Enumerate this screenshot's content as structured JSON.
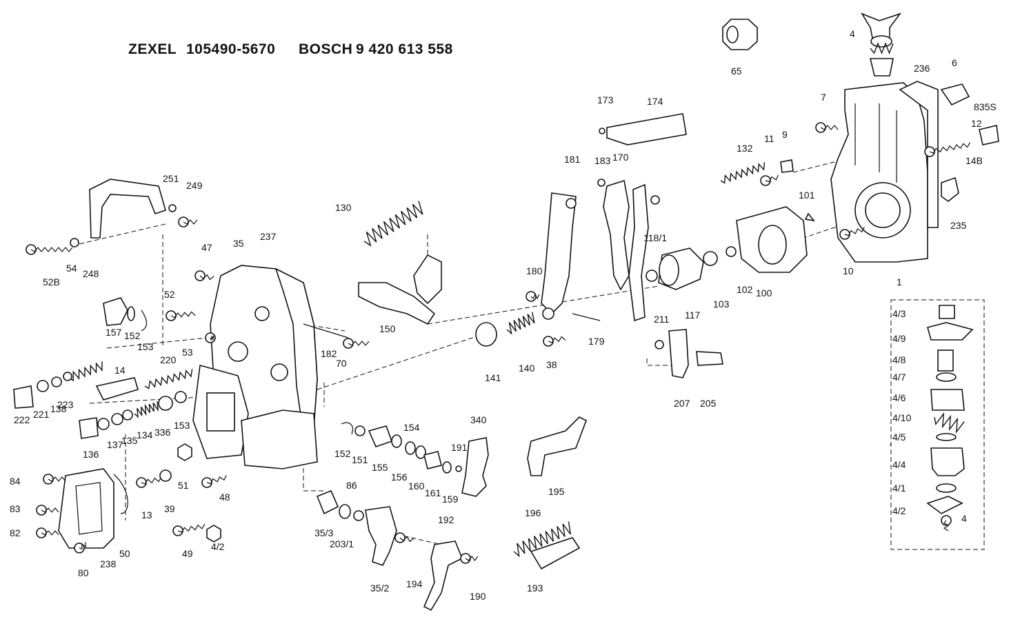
{
  "header": {
    "brand1": "ZEXEL",
    "number1": "105490-5670",
    "brand2": "BOSCH",
    "number2": "9 420 613 558"
  },
  "callouts": [
    "65",
    "4",
    "236",
    "6",
    "835S",
    "7",
    "12",
    "14B",
    "235",
    "9",
    "11",
    "132",
    "101",
    "1",
    "10",
    "173",
    "174",
    "183",
    "170",
    "181",
    "118/1",
    "130",
    "180",
    "117",
    "103",
    "102",
    "100",
    "211",
    "179",
    "38",
    "207",
    "205",
    "150",
    "141",
    "140",
    "251",
    "249",
    "248",
    "52B",
    "54",
    "47",
    "35",
    "237",
    "52",
    "157",
    "152",
    "153",
    "182",
    "70",
    "14",
    "53",
    "220",
    "223",
    "222",
    "221",
    "138",
    "136",
    "137",
    "135",
    "134",
    "336",
    "153",
    "152",
    "151",
    "155",
    "154",
    "156",
    "160",
    "161",
    "159",
    "191",
    "340",
    "195",
    "196",
    "193",
    "192",
    "194",
    "190",
    "35/2",
    "35/3",
    "203/1",
    "86",
    "84",
    "83",
    "82",
    "80",
    "238",
    "50",
    "13",
    "39",
    "51",
    "48",
    "49",
    "4/2",
    "4/3",
    "4/9",
    "4/8",
    "4/7",
    "4/6",
    "4/10",
    "4/5",
    "4/4",
    "4/1",
    "4/2",
    "4"
  ]
}
